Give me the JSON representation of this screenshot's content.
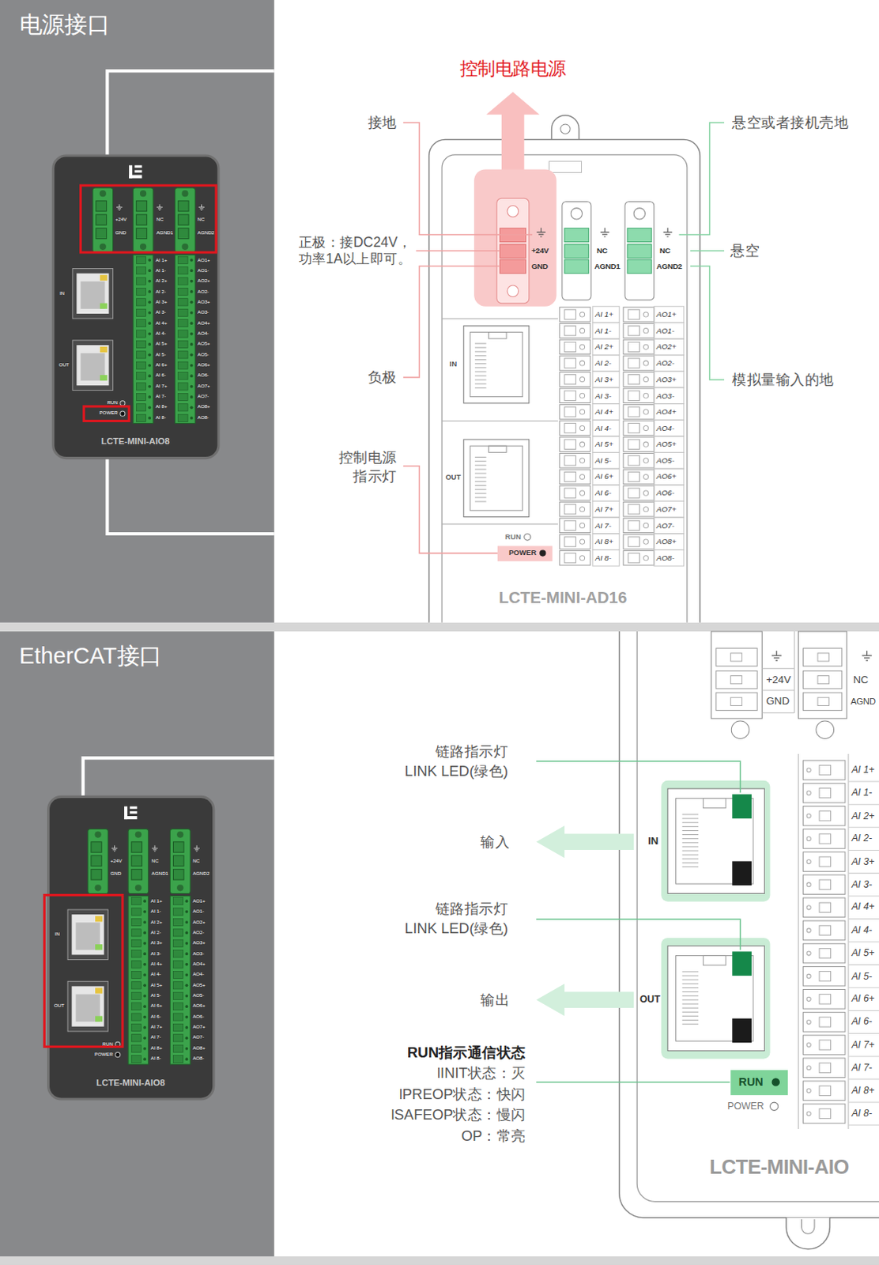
{
  "diagram": {
    "nodes": [
      {
        "text": [
          "电源接口"
        ]
      },
      {
        "text": [
          "EtherCAT接口"
        ]
      }
    ],
    "labels": [
      "控制电路电源",
      "接地",
      "正极：接DC24V，功率1A以上即可。",
      "负极",
      "控制电源指示灯",
      "悬空或者接机壳地",
      "悬空",
      "模拟量输入的地",
      "+24V",
      "GND",
      "NC",
      "AGND1",
      "NC",
      "AGND2",
      "AI 1+",
      "AI 1-",
      "AI 2+",
      "AI 2-",
      "AI 3+",
      "AI 3-",
      "AI 4+",
      "AI 4-",
      "AI 5+",
      "AI 5-",
      "AI 6+",
      "AI 6-",
      "AI 7+",
      "AI 7-",
      "AI 8+",
      "AI 8-",
      "AO1+",
      "AO1-",
      "AO2+",
      "AO2-",
      "AO3+",
      "AO3-",
      "AO4+",
      "AO4-",
      "AO5+",
      "AO5-",
      "AO6+",
      "AO6-",
      "AO7+",
      "AO7-",
      "AO8+",
      "AO8-",
      "IN",
      "OUT",
      "RUN",
      "POWER",
      "LCTE-MINI-AD16",
      "+24V",
      "GND",
      "NC",
      "AGND1",
      "NC",
      "AGND2",
      "AI 1+",
      "AI 1-",
      "AI 2+",
      "AI 2-",
      "AI 3+",
      "AI 3-",
      "AI 4+",
      "AI 4-",
      "AI 5+",
      "AI 5-",
      "AI 6+",
      "AI 6-",
      "AI 7+",
      "AI 7-",
      "AI 8+",
      "AI 8-",
      "AO1+",
      "AO1-",
      "AO2+",
      "AO2-",
      "AO3+",
      "AO3-",
      "AO4+",
      "AO4-",
      "AO5+",
      "AO5-",
      "AO6+",
      "AO6-",
      "AO7+",
      "AO7-",
      "AO8+",
      "AO8-",
      "IN",
      "OUT",
      "RUN",
      "POWER",
      "LCTE-MINI-AIO8",
      "链路指示灯",
      "LINK LED(绿色)",
      "输入",
      "链路指示灯",
      "LINK LED(绿色)",
      "输出",
      "RUN指示通信状态",
      "lINIT状态：灭",
      "lPREOP状态：快闪",
      "lSAFEOP状态：慢闪",
      "OP：常亮",
      "+24V",
      "GND",
      "NC",
      "AGND",
      "AI 1+",
      "AI 1-",
      "AI 2+",
      "AI 2-",
      "AI 3+",
      "AI 3-",
      "AI 4+",
      "AI 4-",
      "AI 5+",
      "AI 5-",
      "AI 6+",
      "AI 6-",
      "AI 7+",
      "AI 7-",
      "AI 8+",
      "AI 8-",
      "IN",
      "OUT",
      "RUN",
      "POWER",
      "LCTE-MINI-AIO",
      "+24V",
      "GND",
      "NC",
      "AGND1",
      "NC",
      "AGND2",
      "AI 1+",
      "AI 1-",
      "AI 2+",
      "AI 2-",
      "AI 3+",
      "AI 3-",
      "AI 4+",
      "AI 4-",
      "AI 5+",
      "AI 5-",
      "AI 6+",
      "AI 6-",
      "AI 7+",
      "AI 7-",
      "AI 8+",
      "AI 8-",
      "AO1+",
      "AO1-",
      "AO2+",
      "AO2-",
      "AO3+",
      "AO3-",
      "AO4+",
      "AO4-",
      "AO5+",
      "AO5-",
      "AO6+",
      "AO6-",
      "AO7+",
      "AO7-",
      "AO8+",
      "AO8-",
      "IN",
      "OUT",
      "RUN",
      "POWER",
      "LCTE-MINI-AIO8"
    ]
  }
}
